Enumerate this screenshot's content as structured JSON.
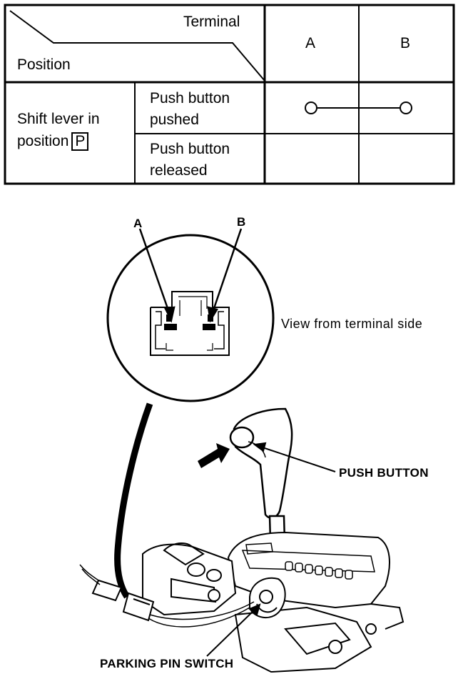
{
  "table": {
    "header_terminal": "Terminal",
    "header_position": "Position",
    "col_a": "A",
    "col_b": "B",
    "row_group_line1": "Shift lever in",
    "row_group_line2": "position",
    "row_group_box": "P",
    "row1_line1": "Push button",
    "row1_line2": "pushed",
    "row2_line1": "Push button",
    "row2_line2": "released"
  },
  "diagram": {
    "label_a": "A",
    "label_b": "B",
    "view_caption": "View from terminal side",
    "push_button_label": "PUSH BUTTON",
    "parking_switch_label": "PARKING PIN SWITCH"
  }
}
